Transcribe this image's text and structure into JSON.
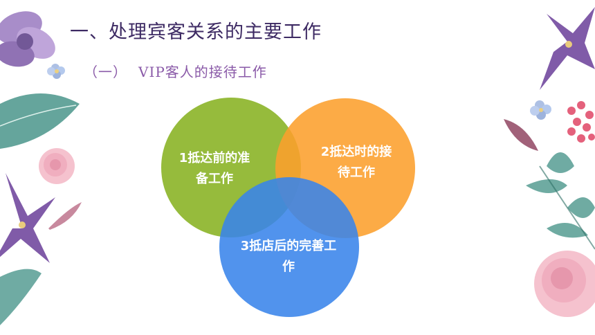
{
  "slide": {
    "title": "一、处理宾客关系的主要工作",
    "subtitle_num": "（一）",
    "subtitle_text": "VIP客人的接待工作"
  },
  "diagram": {
    "circles": [
      {
        "line1": "1抵达前的准",
        "line2": "备工作",
        "color": "#8eb62d"
      },
      {
        "line1": "2抵达时的接",
        "line2": "待工作",
        "color": "#fc9f2c"
      },
      {
        "line1": "3抵店后的完善工",
        "line2": "作",
        "color": "#3984eb"
      }
    ]
  },
  "decorations": [
    "watercolor-flower-left",
    "watercolor-flower-right",
    "leaf-cluster-left",
    "leaf-cluster-right"
  ]
}
